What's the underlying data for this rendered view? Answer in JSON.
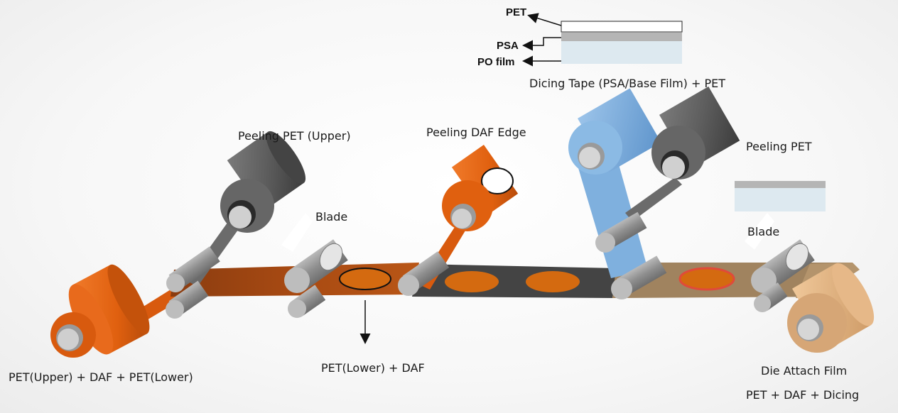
{
  "legend": {
    "pet": "PET",
    "psa": "PSA",
    "po_film": "PO film"
  },
  "labels": {
    "dicing_tape": "Dicing Tape (PSA/Base Film) + PET",
    "peeling_pet_upper": "Peeling PET (Upper)",
    "peeling_daf_edge": "Peeling DAF Edge",
    "peeling_pet": "Peeling PET",
    "blade_left": "Blade",
    "blade_right": "Blade",
    "input_stack": "PET(Upper) + DAF + PET(Lower)",
    "middle_stack": "PET(Lower) + DAF",
    "output_title": "Die Attach Film",
    "output_stack": "PET + DAF + Dicing"
  },
  "colors": {
    "orange": "#e0600f",
    "dark_orange": "#a84a12",
    "grey_roll": "#5a5a5a",
    "blue_roll": "#7fb0de",
    "tan": "#a0835f",
    "tan_roll": "#e2b485",
    "pad": "#d46a10",
    "ring": "#e04a3a"
  }
}
